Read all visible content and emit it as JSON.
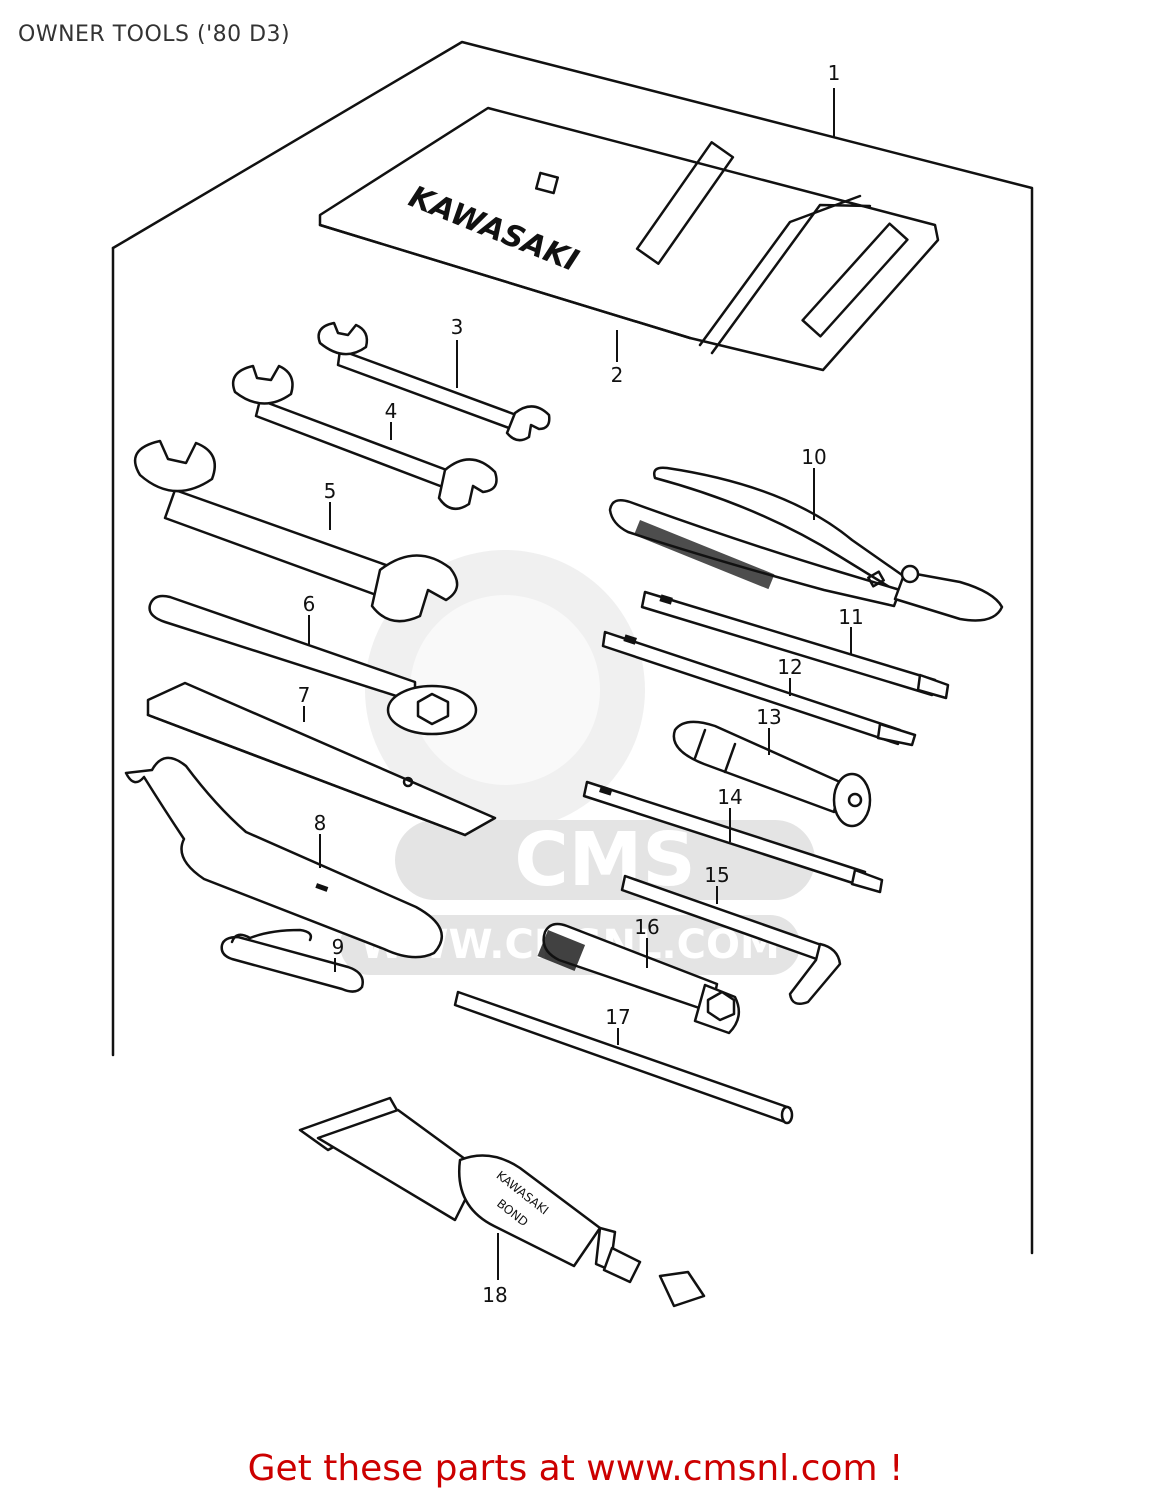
{
  "page": {
    "title": "OWNER TOOLS ('80 D3)",
    "footer_link": "Get these parts at www.cmsnl.com !"
  },
  "watermark": {
    "text": "CMS",
    "url": "WWW.CMSNL.COM"
  },
  "tool_pouch": {
    "logo": "KAWASAKI"
  },
  "bond_tube": {
    "print_line1": "KAWASAKI",
    "print_line2": "BOND"
  },
  "callouts": [
    {
      "id": "1"
    },
    {
      "id": "2"
    },
    {
      "id": "3"
    },
    {
      "id": "4"
    },
    {
      "id": "5"
    },
    {
      "id": "6"
    },
    {
      "id": "7"
    },
    {
      "id": "8"
    },
    {
      "id": "9"
    },
    {
      "id": "10"
    },
    {
      "id": "11"
    },
    {
      "id": "12"
    },
    {
      "id": "13"
    },
    {
      "id": "14"
    },
    {
      "id": "15"
    },
    {
      "id": "16"
    },
    {
      "id": "17"
    },
    {
      "id": "18"
    }
  ],
  "colors": {
    "line": "#111111",
    "footer": "#cc0000",
    "watermark": "#e4e4e4"
  }
}
